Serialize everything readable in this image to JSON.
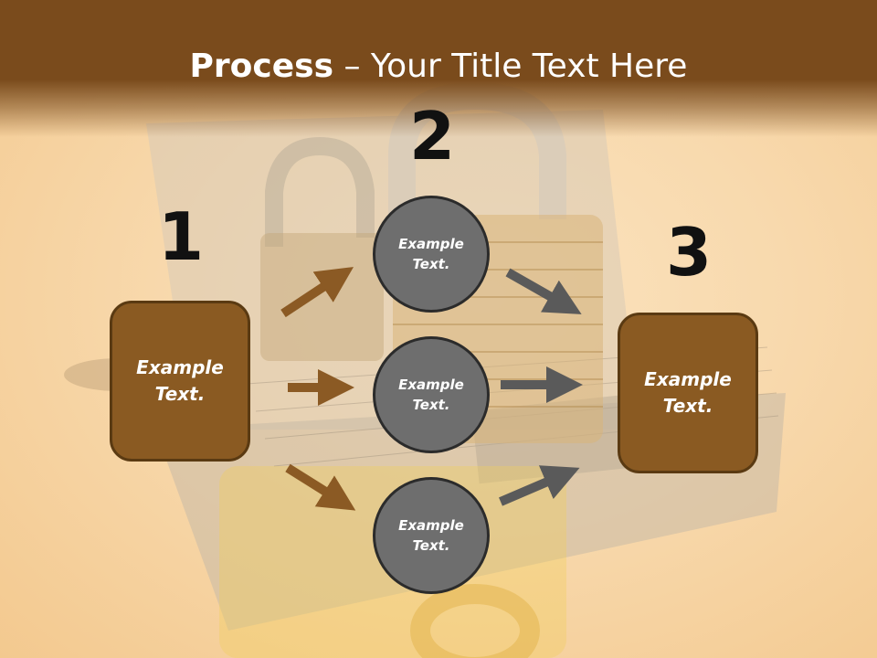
{
  "title": {
    "bold": "Process",
    "rest": " – Your Title Text Here"
  },
  "numbers": [
    "1",
    "2",
    "3"
  ],
  "left_box": {
    "text": "Example\nText."
  },
  "right_box": {
    "text": "Example\nText."
  },
  "circles": [
    {
      "text": "Example\nText."
    },
    {
      "text": "Example\nText."
    },
    {
      "text": "Example\nText."
    }
  ],
  "colors": {
    "header": "#7a4b1c",
    "box": "#8a5a22",
    "circle": "#6e6e6e",
    "arrow_brown": "#8b5a24",
    "arrow_gray": "#5a5a5a"
  }
}
